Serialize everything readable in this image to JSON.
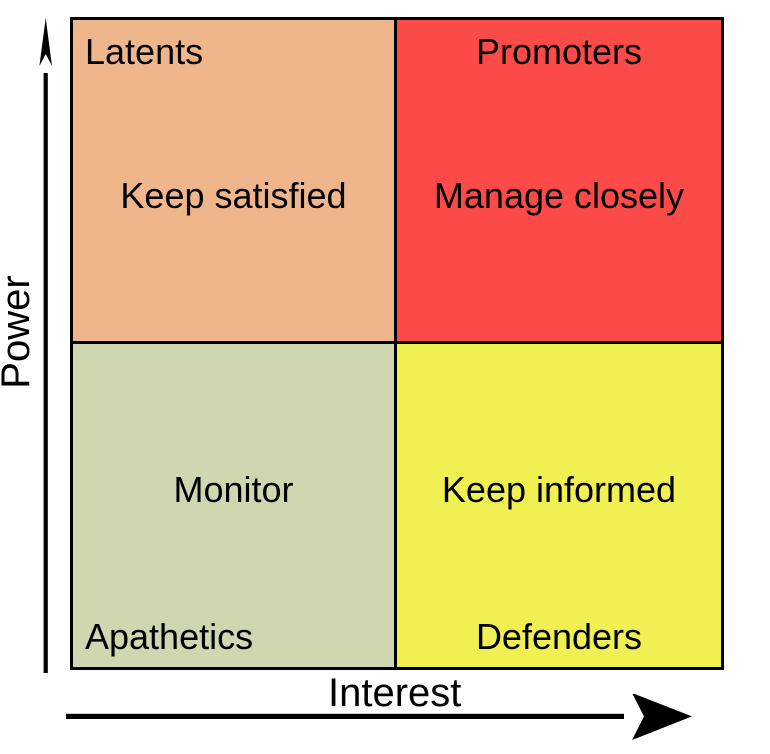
{
  "diagram": {
    "title": "Power / Interest stakeholder matrix",
    "axes": {
      "y": {
        "label": "Power",
        "direction": "up",
        "icon": "up-arrow-icon"
      },
      "x": {
        "label": "Interest",
        "direction": "right",
        "icon": "right-arrow-icon"
      }
    },
    "quadrants": [
      {
        "position": "top-left",
        "stakeholder": "Latents",
        "action": "Keep satisfied",
        "color": "#f0b68b",
        "power": "high",
        "interest": "low"
      },
      {
        "position": "top-right",
        "stakeholder": "Promoters",
        "action": "Manage closely",
        "color": "#fb4a47",
        "power": "high",
        "interest": "high"
      },
      {
        "position": "bottom-left",
        "stakeholder": "Apathetics",
        "action": "Monitor",
        "color": "#cfd7b0",
        "power": "low",
        "interest": "low"
      },
      {
        "position": "bottom-right",
        "stakeholder": "Defenders",
        "action": "Keep informed",
        "color": "#f0f052",
        "power": "low",
        "interest": "high"
      }
    ],
    "colors": {
      "border": "#000000",
      "text": "#000000",
      "background": "#ffffff"
    }
  }
}
